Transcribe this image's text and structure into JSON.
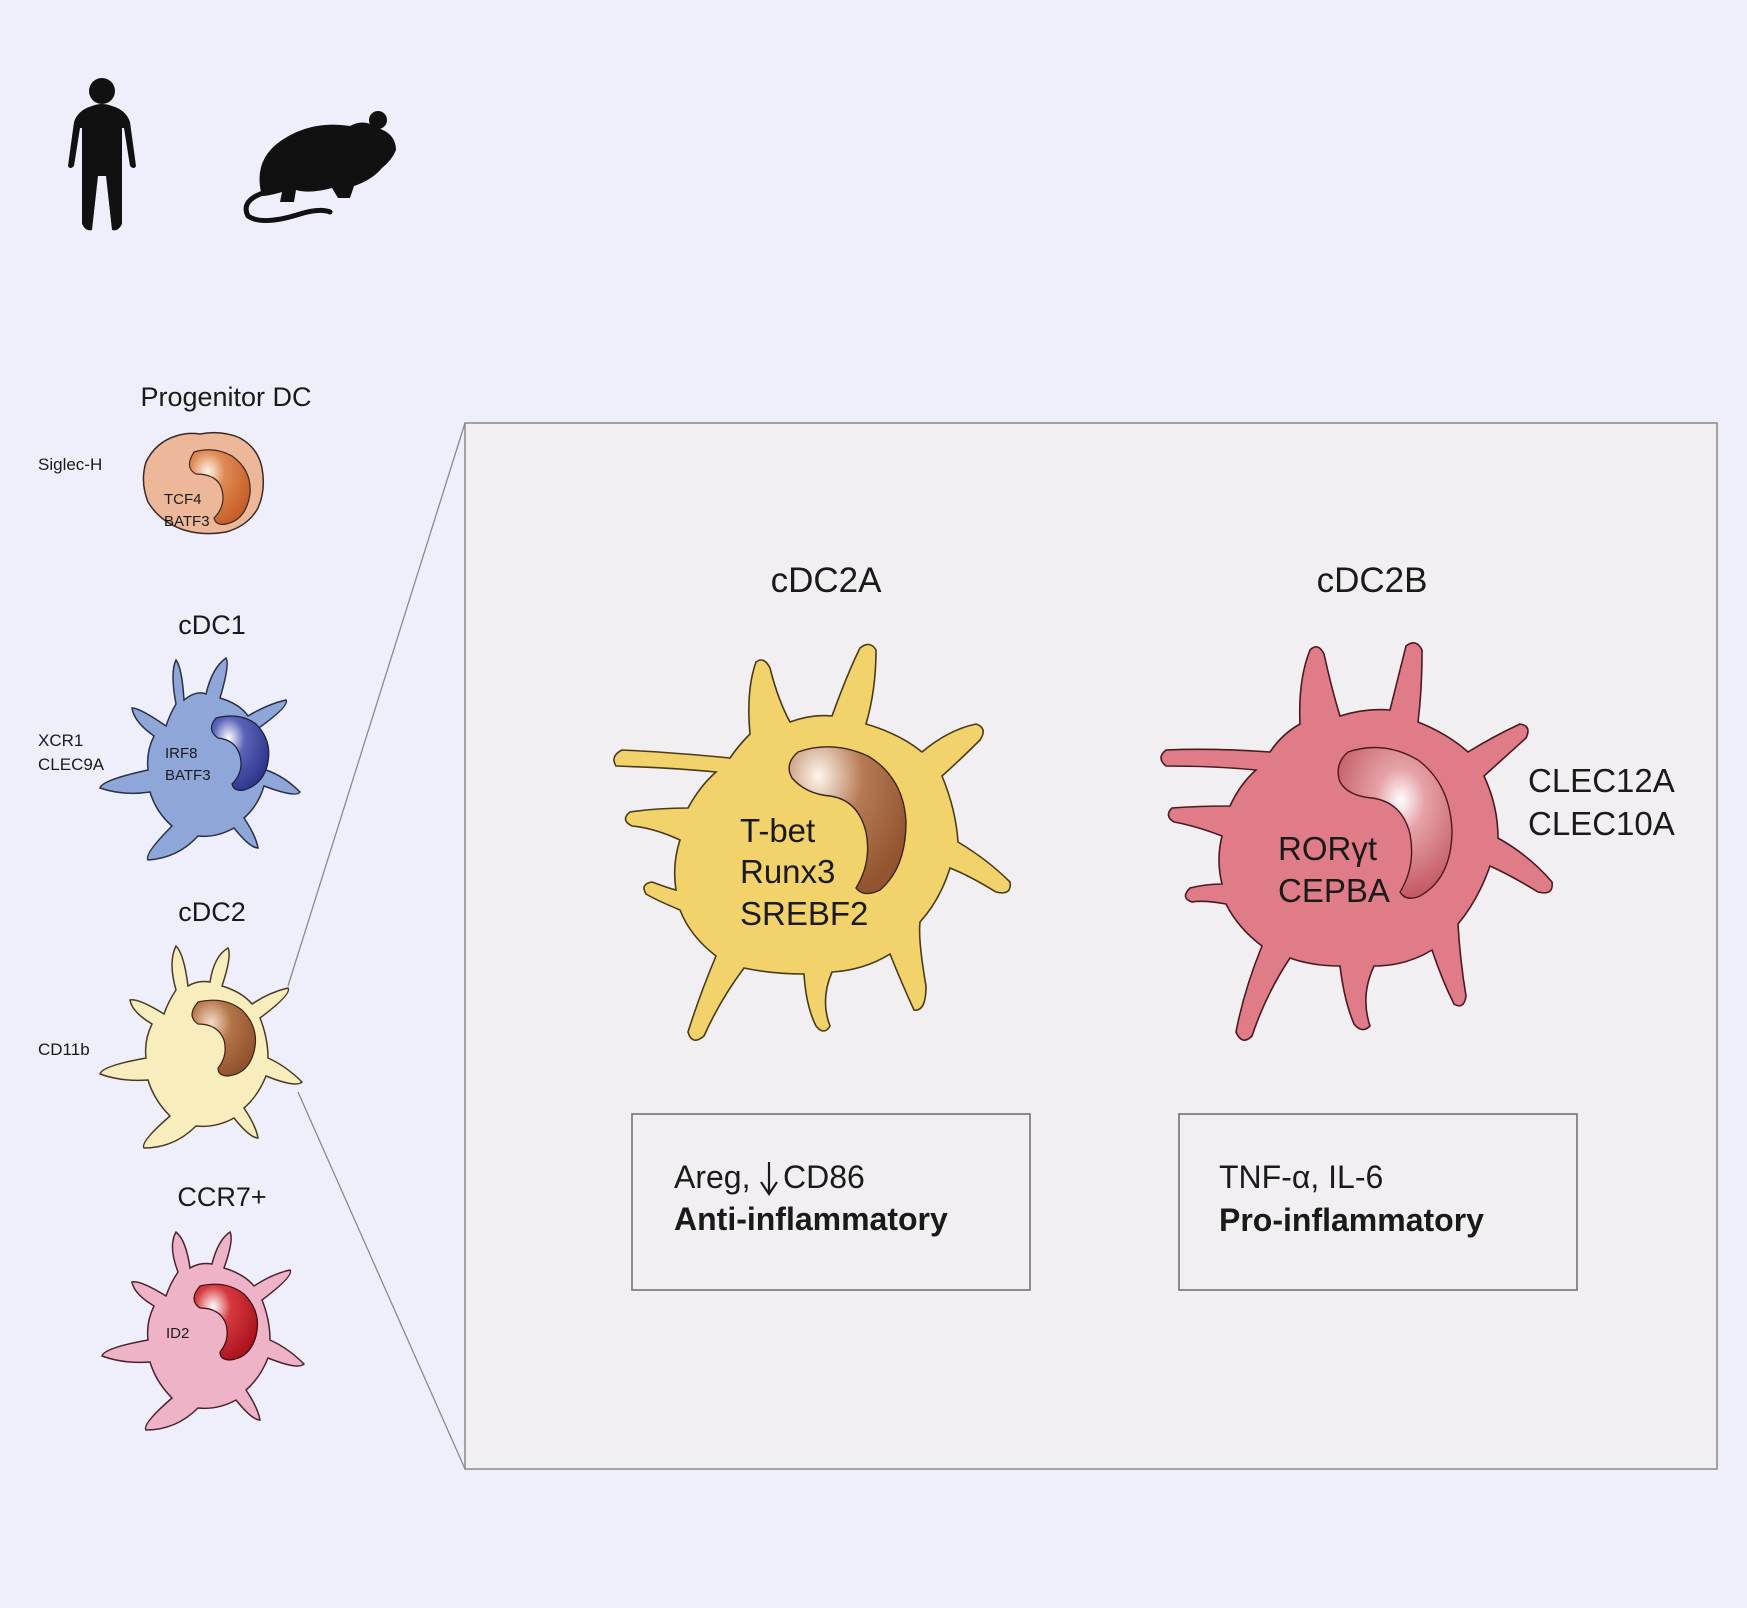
{
  "icons": {
    "human": "human-silhouette-icon",
    "mouse": "mouse-silhouette-icon"
  },
  "left_panel": {
    "progenitor": {
      "title": "Progenitor DC",
      "marker": "Siglec-H",
      "tf": [
        "TCF4",
        "BATF3"
      ]
    },
    "cdc1": {
      "title": "cDC1",
      "markers": [
        "XCR1",
        "CLEC9A"
      ],
      "tf": [
        "IRF8",
        "BATF3"
      ]
    },
    "cdc2": {
      "title": "cDC2",
      "marker": "CD11b"
    },
    "ccr7": {
      "title": "CCR7+",
      "tf": [
        "ID2"
      ]
    }
  },
  "zoom_panel": {
    "cdc2a": {
      "title": "cDC2A",
      "tf": [
        "T-bet",
        "Runx3",
        "SREBF2"
      ],
      "function_line": [
        "Areg,",
        "CD86"
      ],
      "function_label": "Anti-inflammatory"
    },
    "cdc2b": {
      "title": "cDC2B",
      "tf": [
        "RORγt",
        "CEPBA"
      ],
      "markers": [
        "CLEC12A",
        "CLEC10A"
      ],
      "function_line": "TNF-α, IL-6",
      "function_label": "Pro-inflammatory"
    }
  },
  "colors": {
    "background": "#efeffb",
    "panel": "#f1eff1",
    "progenitor_cell": "#edb79a",
    "progenitor_nucleus": "#c9622d",
    "cdc1_cell": "#8fa6d8",
    "cdc1_nucleus": "#2f3a8c",
    "cdc2_cell": "#f8eebd",
    "cdc2_nucleus": "#9b5b34",
    "ccr7_cell": "#efb3c8",
    "ccr7_nucleus": "#b31a25",
    "cdc2a_cell": "#f2d36b",
    "cdc2a_nucleus": "#9d5f3a",
    "cdc2b_cell": "#e07c87",
    "cdc2b_nucleus": "#bf565f"
  }
}
